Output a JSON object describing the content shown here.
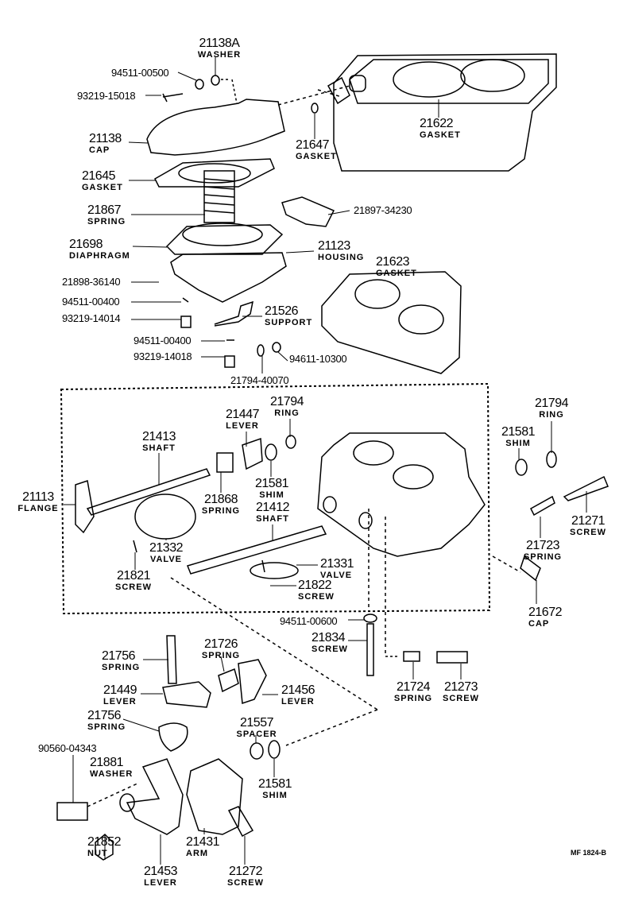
{
  "parts": {
    "washer_21138a": {
      "num": "21138A",
      "name": "WASHER"
    },
    "p94511_00500": "94511-00500",
    "p93219_15018": "93219-15018",
    "cap_21138": {
      "num": "21138",
      "name": "CAP"
    },
    "gasket_21647": {
      "num": "21647",
      "name": "GASKET"
    },
    "gasket_21622": {
      "num": "21622",
      "name": "GASKET"
    },
    "gasket_21645": {
      "num": "21645",
      "name": "GASKET"
    },
    "spring_21867": {
      "num": "21867",
      "name": "SPRING"
    },
    "p21897_34230": "21897-34230",
    "diaphragm_21698": {
      "num": "21698",
      "name": "DIAPHRAGM"
    },
    "housing_21123": {
      "num": "21123",
      "name": "HOUSING"
    },
    "gasket_21623": {
      "num": "21623",
      "name": "GASKET"
    },
    "p21898_36140": "21898-36140",
    "p94511_00400_a": "94511-00400",
    "p93219_14014": "93219-14014",
    "support_21526": {
      "num": "21526",
      "name": "SUPPORT"
    },
    "p94511_00400_b": "94511-00400",
    "p93219_14018": "93219-14018",
    "p94611_10300": "94611-10300",
    "p21794_40070": "21794-40070",
    "ring_21794_a": {
      "num": "21794",
      "name": "RING"
    },
    "lever_21447": {
      "num": "21447",
      "name": "LEVER"
    },
    "shaft_21413": {
      "num": "21413",
      "name": "SHAFT"
    },
    "flange_21113": {
      "num": "21113",
      "name": "FLANGE"
    },
    "spring_21868": {
      "num": "21868",
      "name": "SPRING"
    },
    "shim_21581_a": {
      "num": "21581",
      "name": "SHIM"
    },
    "shaft_21412": {
      "num": "21412",
      "name": "SHAFT"
    },
    "valve_21332": {
      "num": "21332",
      "name": "VALVE"
    },
    "screw_21821": {
      "num": "21821",
      "name": "SCREW"
    },
    "valve_21331": {
      "num": "21331",
      "name": "VALVE"
    },
    "screw_21822": {
      "num": "21822",
      "name": "SCREW"
    },
    "ring_21794_b": {
      "num": "21794",
      "name": "RING"
    },
    "shim_21581_b": {
      "num": "21581",
      "name": "SHIM"
    },
    "screw_21271": {
      "num": "21271",
      "name": "SCREW"
    },
    "spring_21723": {
      "num": "21723",
      "name": "SPRING"
    },
    "cap_21672": {
      "num": "21672",
      "name": "CAP"
    },
    "p94511_00600": "94511-00600",
    "screw_21834": {
      "num": "21834",
      "name": "SCREW"
    },
    "spring_21724": {
      "num": "21724",
      "name": "SPRING"
    },
    "screw_21273": {
      "num": "21273",
      "name": "SCREW"
    },
    "spring_21756_a": {
      "num": "21756",
      "name": "SPRING"
    },
    "spring_21726": {
      "num": "21726",
      "name": "SPRING"
    },
    "lever_21449": {
      "num": "21449",
      "name": "LEVER"
    },
    "lever_21456": {
      "num": "21456",
      "name": "LEVER"
    },
    "spring_21756_b": {
      "num": "21756",
      "name": "SPRING"
    },
    "spacer_21557": {
      "num": "21557",
      "name": "SPACER"
    },
    "p90560_04343": "90560-04343",
    "washer_21881": {
      "num": "21881",
      "name": "WASHER"
    },
    "shim_21581_c": {
      "num": "21581",
      "name": "SHIM"
    },
    "nut_21852": {
      "num": "21852",
      "name": "NUT"
    },
    "arm_21431": {
      "num": "21431",
      "name": "ARM"
    },
    "lever_21453": {
      "num": "21453",
      "name": "LEVER"
    },
    "screw_21272": {
      "num": "21272",
      "name": "SCREW"
    }
  },
  "figure_code": "MF 1824-B"
}
